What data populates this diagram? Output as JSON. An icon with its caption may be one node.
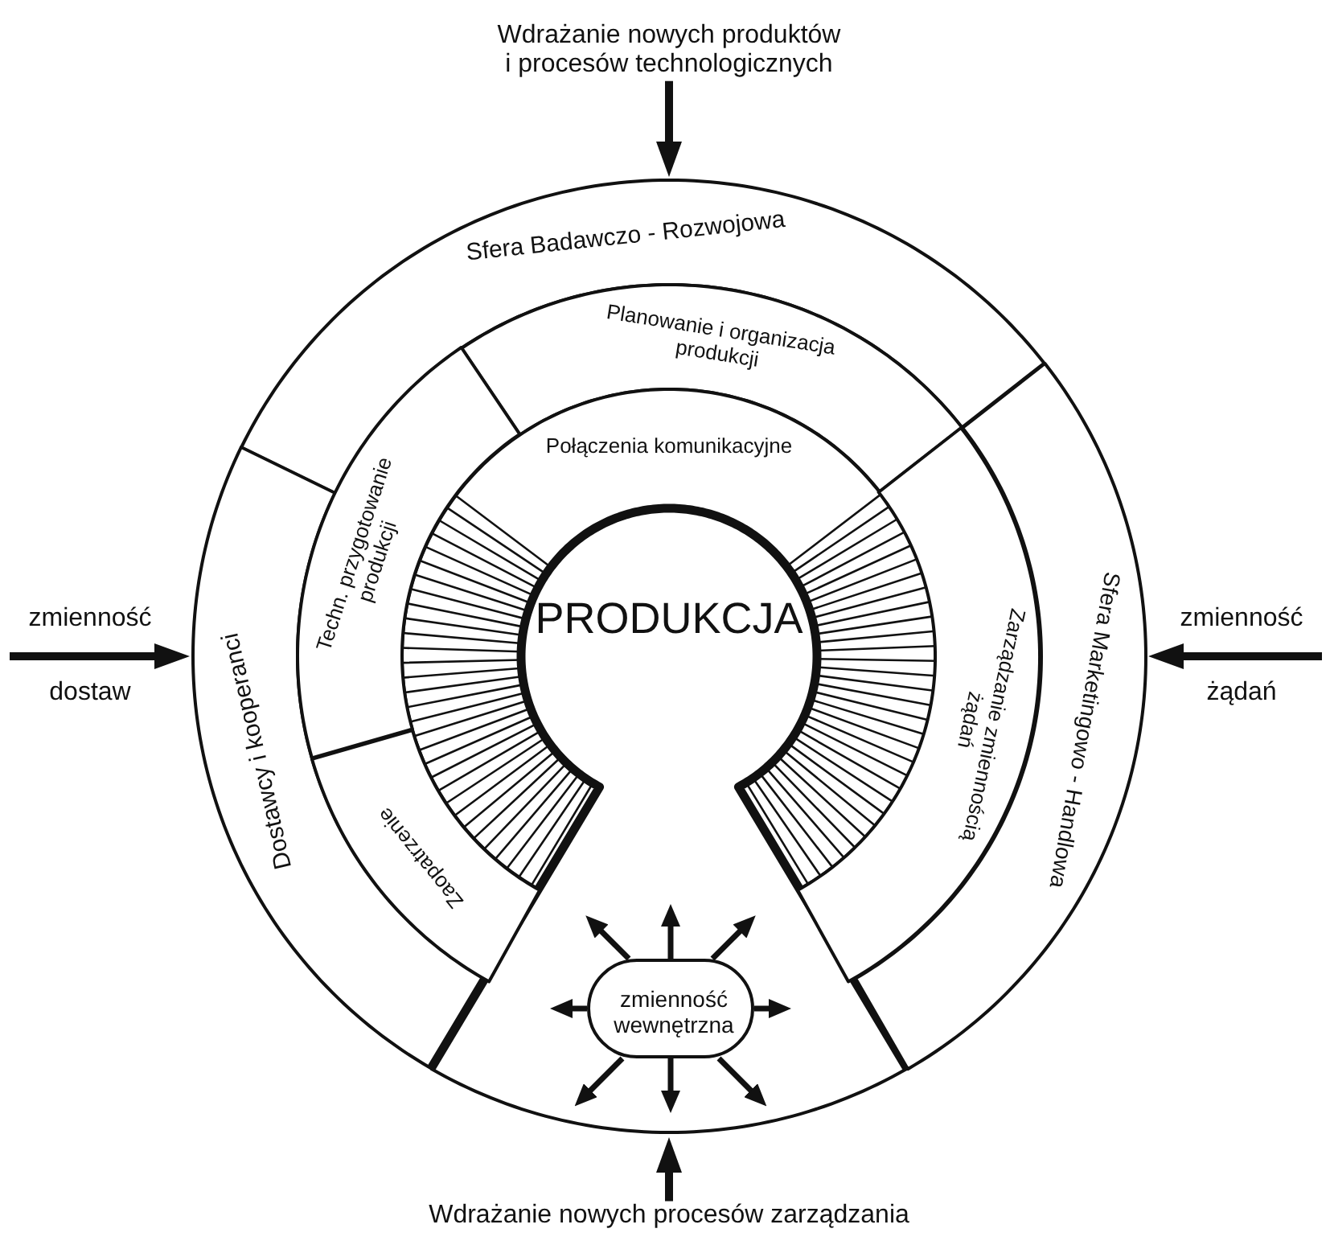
{
  "diagram": {
    "nodes": [
      {
        "text": [
          "Wdrażanie nowych produktów i procesów technologicznych"
        ]
      },
      {
        "text": [
          "Sfera Badawczo - Rozwojowa"
        ]
      },
      {
        "text": [
          "Planowanie i organizacja produkcji"
        ]
      },
      {
        "text": [
          "Połączenia komunikacyjne"
        ]
      },
      {
        "text": [
          "zmienność",
          "dostaw"
        ]
      },
      {
        "text": [
          "Dostawcy i kooperanci"
        ]
      },
      {
        "text": [
          "Techn. przygotowanie produkcji"
        ]
      },
      {
        "text": [
          "PRODUKCJA"
        ]
      },
      {
        "text": [
          "Zarządzanie zmiennością żądań"
        ]
      },
      {
        "text": [
          "Sfera Marketingowo - Handlowa"
        ]
      },
      {
        "text": [
          "zmienność",
          "żądań"
        ]
      },
      {
        "text": [
          "Zaopatrzenie"
        ]
      },
      {
        "text": [
          "zmienność wewnętrzna"
        ],
        "in": 7
      },
      {
        "text": [
          "Wdrażanie nowych procesów zarządzania"
        ]
      }
    ],
    "edges": [
      {
        "from": 0,
        "to": 1,
        "arrow": "to"
      },
      {
        "from": 4,
        "to": 5,
        "arrow": "to"
      },
      {
        "from": 10,
        "to": 9,
        "arrow": "to"
      },
      {
        "from": 13,
        "to": 7,
        "arrow": "to"
      },
      {
        "from": 12,
        "to": null,
        "arrow": "to"
      },
      {
        "from": 12,
        "to": null,
        "arrow": "to"
      },
      {
        "from": 12,
        "to": null,
        "arrow": "to"
      },
      {
        "from": 12,
        "to": null,
        "arrow": "to"
      },
      {
        "from": 12,
        "to": null,
        "arrow": "to"
      },
      {
        "from": 12,
        "to": null,
        "arrow": "to"
      },
      {
        "from": 12,
        "to": null,
        "arrow": "to"
      },
      {
        "from": 12,
        "to": null,
        "arrow": "to"
      }
    ]
  }
}
